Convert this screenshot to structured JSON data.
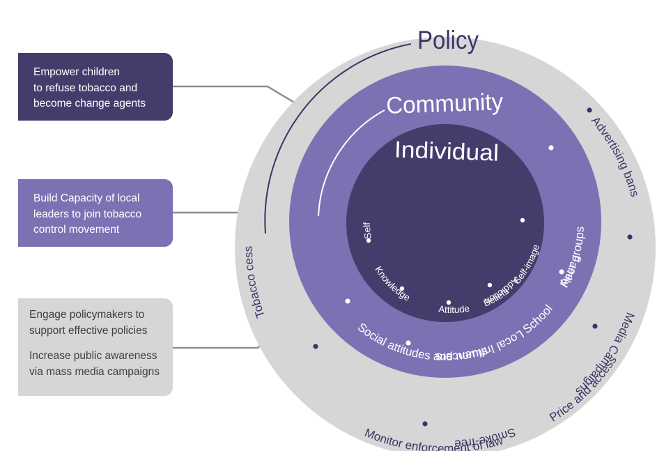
{
  "boxes": {
    "empower": [
      "Empower children",
      "to refuse tobacco and",
      "become change agents"
    ],
    "capacity": [
      "Build Capacity of local",
      "leaders to join tobacco",
      "control movement"
    ],
    "engage": [
      "Engage policymakers to",
      "support effective policies"
    ],
    "awareness": [
      "Increase public awareness",
      "via mass media campaigns"
    ]
  },
  "rings": {
    "policy": {
      "title": "Policy",
      "items": [
        "Advertising bans",
        "Media Campaigns",
        "Smoke-free",
        "Monitor enforcement of law",
        "Price and access",
        "Tobacco cessation"
      ]
    },
    "community": {
      "title": "Community",
      "items": [
        "Family",
        "Local Influencers",
        "Social attitudes and norms",
        "School",
        "Peer groups"
      ]
    },
    "individual": {
      "title": "Individual",
      "items": [
        "Addiction",
        "Knowledge",
        "Attitude",
        "Beliefs",
        "Self-image",
        "Self-esteem"
      ]
    }
  },
  "colors": {
    "policy_ring": "#d6d6d6",
    "community_ring": "#7b72b4",
    "individual_core": "#433d6c",
    "dark_text": "#3b3566",
    "connector": "#8e8e8e"
  }
}
